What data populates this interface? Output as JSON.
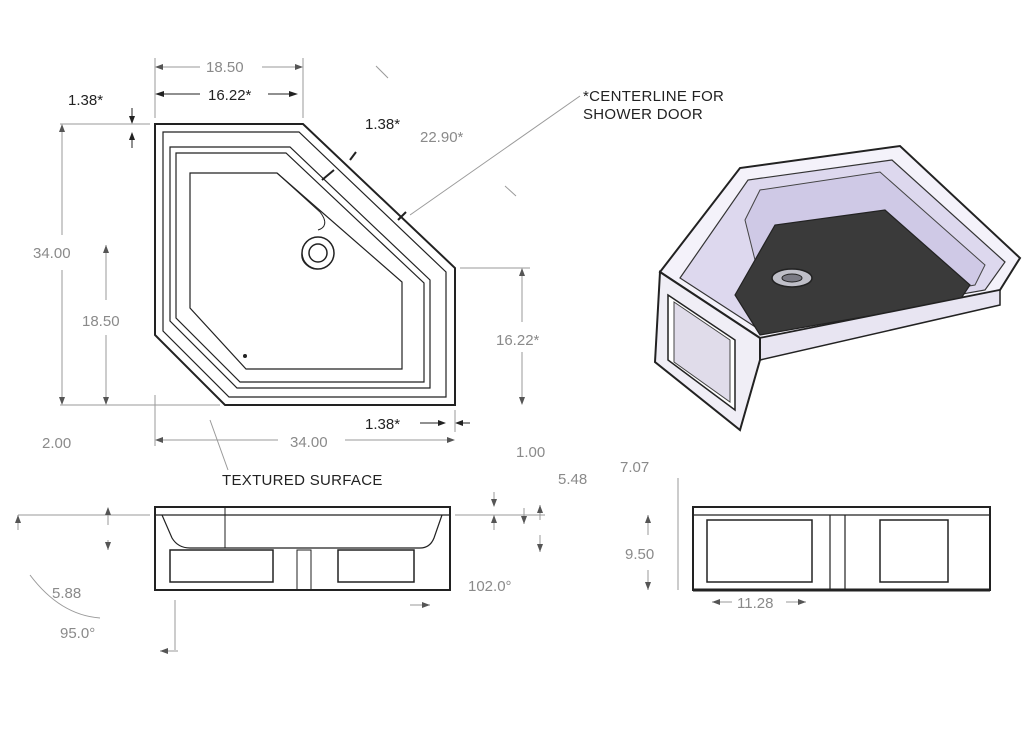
{
  "top_view": {
    "dims": {
      "width_overall": "18.50",
      "width_inner": "16.22*",
      "offset_left": "1.38*",
      "offset_angle": "1.38*",
      "diagonal": "22.90*",
      "height_overall": "34.00",
      "height_inner": "18.50",
      "right_height": "16.22*",
      "offset_bottom": "1.38*",
      "bottom_left": "2.00",
      "bottom_width": "34.00"
    }
  },
  "notes": {
    "centerline": [
      "*CENTERLINE FOR",
      "SHOWER DOOR"
    ],
    "textured": "TEXTURED SURFACE"
  },
  "front_view": {
    "dims": {
      "lip": "1.00",
      "depth": "5.48",
      "draft": "102.0°",
      "left_depth": "5.88",
      "left_angle": "95.0°"
    }
  },
  "side_view": {
    "dims": {
      "height": "7.07",
      "panel_height": "9.50",
      "panel_width": "11.28"
    }
  },
  "colors": {
    "line": "#222222",
    "dimension_text": "#8a8a8a",
    "pan_dark": "#3a3a3a",
    "pan_light": "#e4e0f0"
  }
}
